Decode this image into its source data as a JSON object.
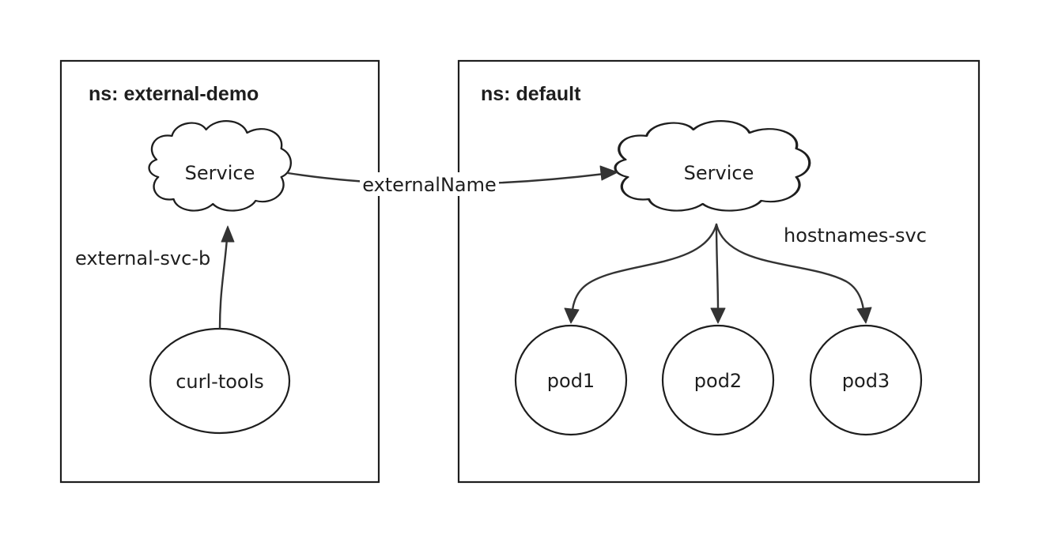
{
  "namespaces": {
    "left": {
      "title": "ns: external-demo"
    },
    "right": {
      "title": "ns: default"
    }
  },
  "nodes": {
    "left_service": "Service",
    "curl_tools": "curl-tools",
    "right_service": "Service",
    "pod1": "pod1",
    "pod2": "pod2",
    "pod3": "pod3"
  },
  "edges": {
    "external_svc_b": "external-svc-b",
    "external_name": "externalName",
    "hostnames_svc": "hostnames-svc"
  }
}
